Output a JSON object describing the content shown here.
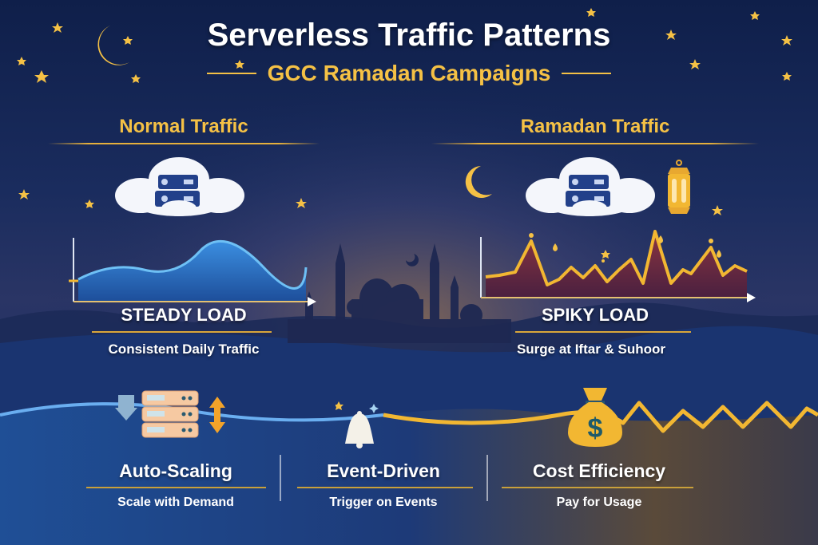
{
  "header": {
    "title": "Serverless Traffic Patterns",
    "subtitle": "GCC Ramadan Campaigns"
  },
  "panels": {
    "normal": {
      "title": "Normal Traffic",
      "load_label": "STEADY LOAD",
      "description": "Consistent Daily Traffic",
      "icon": "cloud-server-icon",
      "graph_color": "#2f74c8"
    },
    "ramadan": {
      "title": "Ramadan Traffic",
      "load_label": "SPIKY LOAD",
      "description": "Surge at Iftar & Suhoor",
      "icon": "cloud-server-icon",
      "decorations": [
        "crescent-moon-icon",
        "lantern-icon"
      ],
      "graph_color": "#f2b732"
    }
  },
  "features": [
    {
      "title": "Auto-Scaling",
      "subtitle": "Scale with Demand",
      "icon": "server-stack-icon"
    },
    {
      "title": "Event-Driven",
      "subtitle": "Trigger on Events",
      "icon": "bell-moon-icon"
    },
    {
      "title": "Cost Efficiency",
      "subtitle": "Pay for Usage",
      "icon": "money-bag-icon"
    }
  ],
  "colors": {
    "accent_gold": "#f5c145",
    "background_navy": "#132a5c",
    "steady_blue": "#2f74c8",
    "spiky_red": "#6e2a3a"
  }
}
